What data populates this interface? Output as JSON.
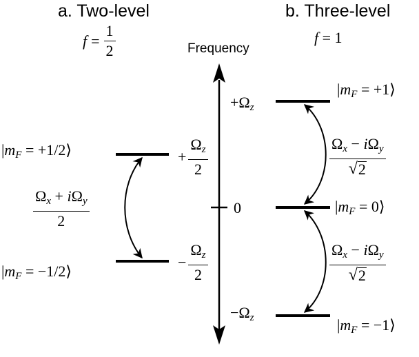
{
  "diagram": {
    "two_level": {
      "title": "a. Two-level",
      "f_label": "f",
      "f_eq": "=",
      "f_num": "1",
      "f_den": "2",
      "upper_state": {
        "bra": "|",
        "m": "m",
        "sub": "F",
        "eq": " = +1/2",
        "ket": "⟩"
      },
      "lower_state": {
        "bra": "|",
        "m": "m",
        "sub": "F",
        "eq": " = −1/2",
        "ket": "⟩"
      },
      "coupling": {
        "num_a": "Ω",
        "num_a_sub": "x",
        "num_op": " + ",
        "num_i": "i",
        "num_b": "Ω",
        "num_b_sub": "y",
        "den": "2"
      },
      "upper_energy": {
        "sign": "+",
        "num": "Ω",
        "num_sub": "z",
        "den": "2"
      },
      "lower_energy": {
        "sign": "−",
        "num": "Ω",
        "num_sub": "z",
        "den": "2"
      }
    },
    "axis": {
      "title": "Frequency",
      "zero_label": "0"
    },
    "three_level": {
      "title": "b. Three-level",
      "f_label": "f",
      "f_eq": " = 1",
      "top_state": {
        "bra": "|",
        "m": "m",
        "sub": "F",
        "eq": " = +1",
        "ket": "⟩"
      },
      "mid_state": {
        "bra": "|",
        "m": "m",
        "sub": "F",
        "eq": " = 0",
        "ket": "⟩"
      },
      "bot_state": {
        "bra": "|",
        "m": "m",
        "sub": "F",
        "eq": " = −1",
        "ket": "⟩"
      },
      "top_energy": {
        "sign": "+",
        "sym": "Ω",
        "sub": "z"
      },
      "bot_energy": {
        "sign": "−",
        "sym": "Ω",
        "sub": "z"
      },
      "coupling_upper": {
        "num_a": "Ω",
        "num_a_sub": "x",
        "num_op": " − ",
        "num_i": "i",
        "num_b": "Ω",
        "num_b_sub": "y",
        "den": "2"
      },
      "coupling_lower": {
        "num_a": "Ω",
        "num_a_sub": "x",
        "num_op": " − ",
        "num_i": "i",
        "num_b": "Ω",
        "num_b_sub": "y",
        "den": "2"
      }
    }
  }
}
